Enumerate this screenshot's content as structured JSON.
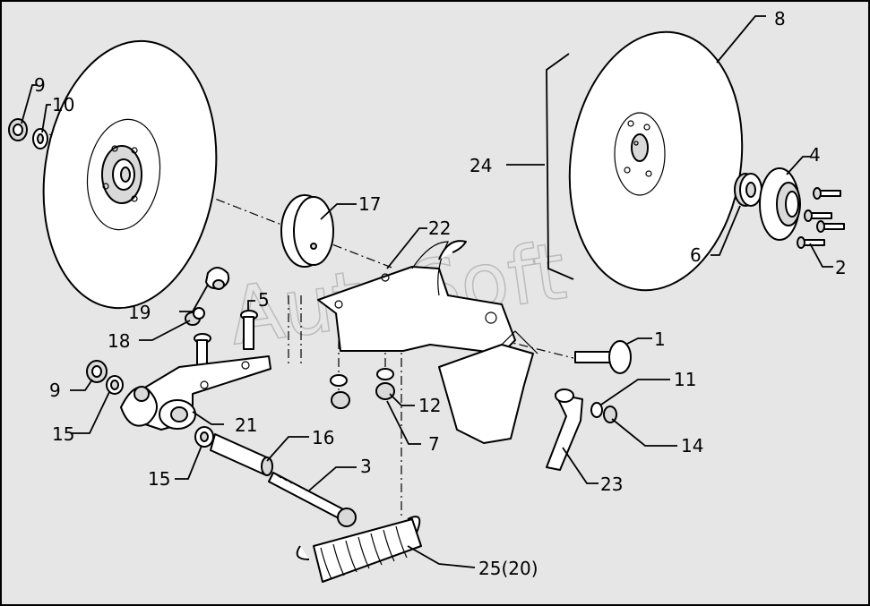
{
  "watermark": "AutoSoft",
  "colors": {
    "background": "#e6e6e6",
    "line": "#000000",
    "part_fill": "#ffffff"
  },
  "callouts": {
    "c1": "1",
    "c2": "2",
    "c3": "3",
    "c4": "4",
    "c5": "5",
    "c6": "6",
    "c7": "7",
    "c8": "8",
    "c9a": "9",
    "c9b": "9",
    "c10": "10",
    "c11": "11",
    "c12": "12",
    "c14": "14",
    "c15a": "15",
    "c15b": "15",
    "c16": "16",
    "c17": "17",
    "c18": "18",
    "c19": "19",
    "c21": "21",
    "c22": "22",
    "c23": "23",
    "c24": "24",
    "c25": "25(20)"
  }
}
